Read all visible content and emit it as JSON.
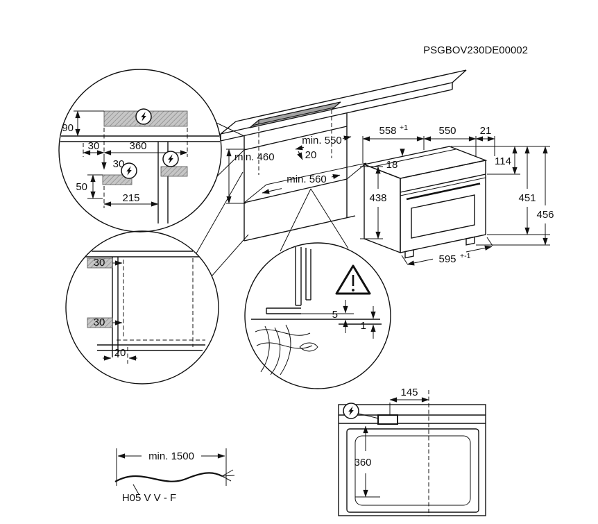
{
  "labels": {
    "part_number": "PSGBOV230DE00002"
  },
  "top_detail": {
    "dim_90": "90",
    "dim_30_a": "30",
    "dim_360": "360",
    "dim_30_b": "30",
    "dim_50": "50",
    "dim_215": "215"
  },
  "cabinet": {
    "dim_min_550": "min. 550",
    "dim_20": "20",
    "dim_min_460": "min. 460",
    "dim_min_560": "min. 560"
  },
  "oven": {
    "dim_558": "558",
    "tol_558": "+1",
    "dim_550": "550",
    "dim_21": "21",
    "dim_18": "18",
    "dim_114": "114",
    "dim_438": "438",
    "dim_451": "451",
    "dim_456": "456",
    "dim_595": "595",
    "tol_595": "+-1"
  },
  "niche": {
    "dim_30_top": "30",
    "dim_30_bottom": "30",
    "dim_20": "20"
  },
  "gap": {
    "dim_5": "5",
    "dim_1": "1"
  },
  "front": {
    "dim_145": "145",
    "dim_360": "360"
  },
  "cable": {
    "dim_min_1500": "min. 1500",
    "type": "H05 V V - F"
  },
  "icons": {
    "electrical": "lightning-bolt-in-circle",
    "warning": "exclamation-triangle"
  },
  "colors": {
    "line": "#111111",
    "panel_gray": "#c6c6c6",
    "hob_gray": "#a2a2a2"
  }
}
